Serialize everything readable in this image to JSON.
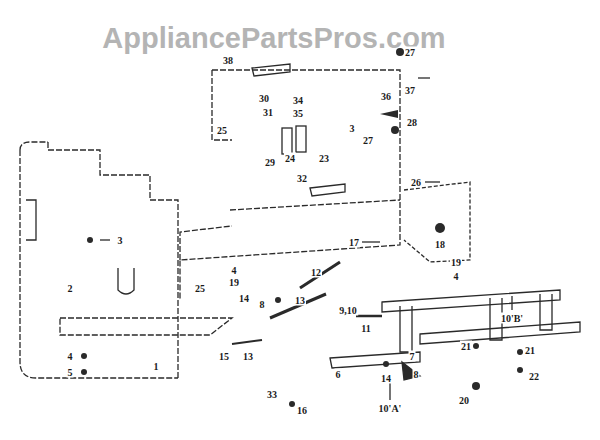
{
  "diagram": {
    "labels": [
      "AppliancePartsPros.com",
      "38",
      "27",
      "37",
      "36",
      "30",
      "34",
      "31",
      "35",
      "28",
      "25",
      "3",
      "27",
      "29",
      "24",
      "23",
      "32",
      "26",
      "3",
      "17",
      "18",
      "19",
      "4",
      "2",
      "25",
      "4",
      "19",
      "12",
      "14",
      "8",
      "13",
      "9,10",
      "11",
      "10'B'",
      "15",
      "13",
      "7",
      "21",
      "21",
      "22",
      "14",
      "8",
      "4",
      "5",
      "1",
      "6",
      "33",
      "20",
      "10'A'",
      "16"
    ]
  }
}
